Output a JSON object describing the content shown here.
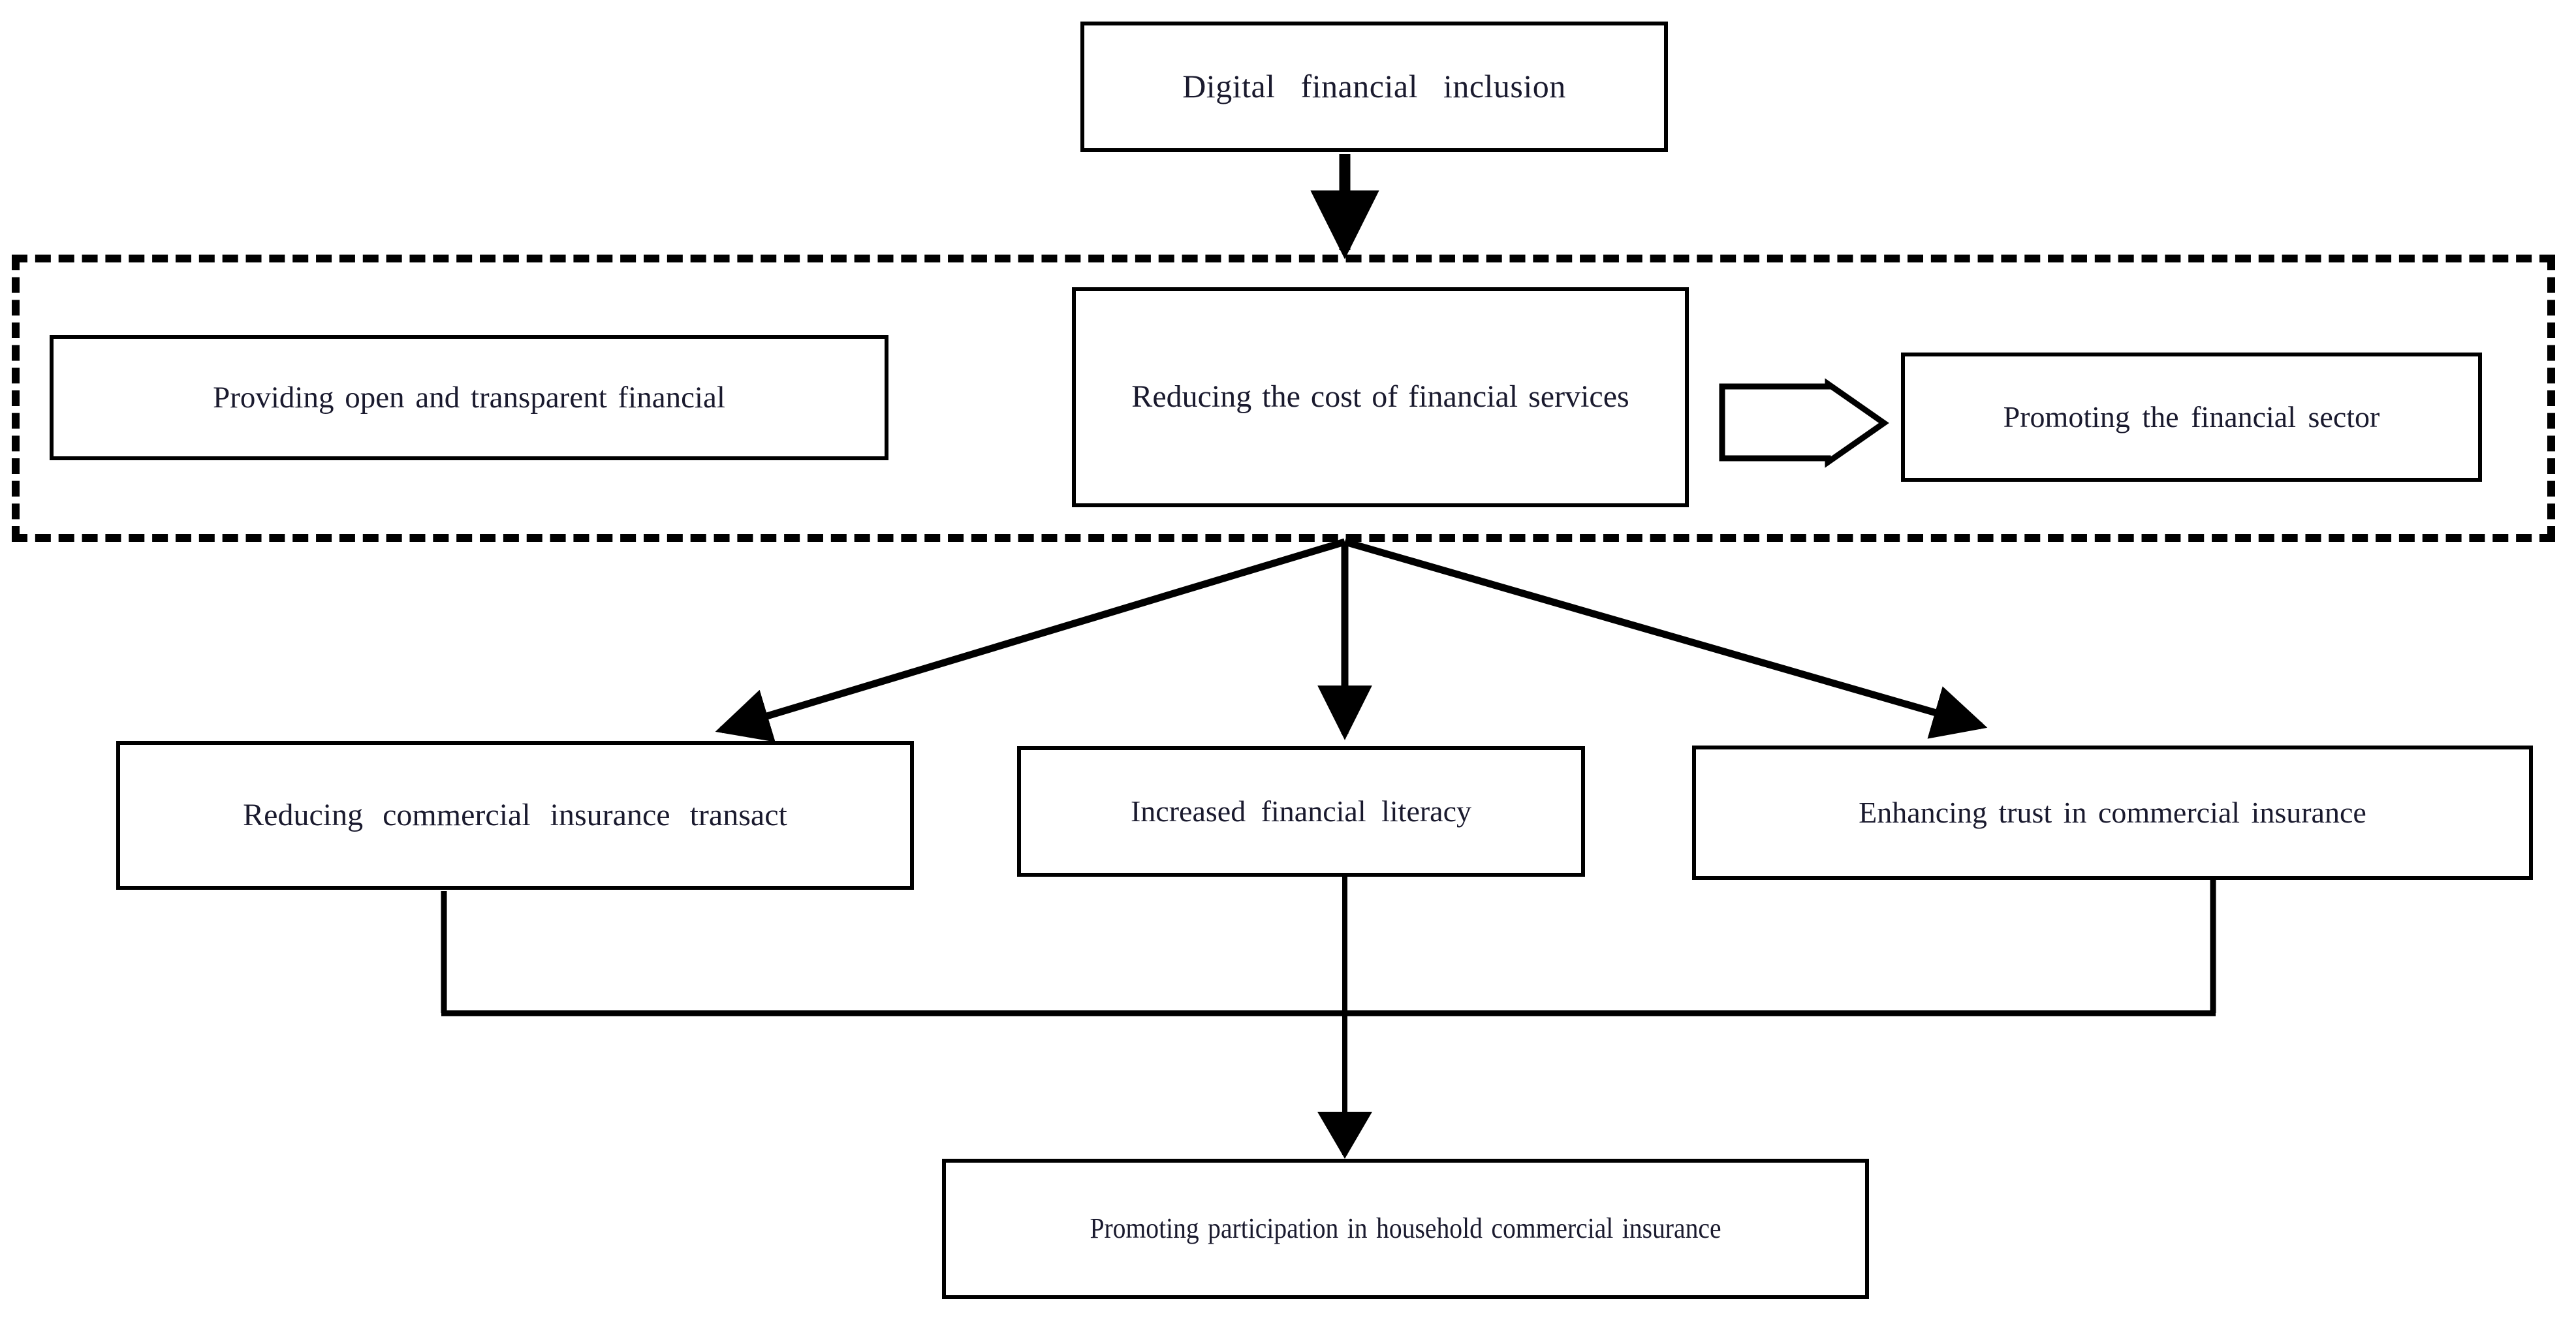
{
  "diagram": {
    "title": "Digital financial inclusion mechanism flow diagram",
    "background_color": "#ffffff",
    "line_color": "#000000",
    "text_color": "#1a1a2e",
    "nodes": {
      "top": {
        "label": "Digital   financial   inclusion"
      },
      "cost": {
        "label": "Reducing the cost of financial services"
      },
      "transparent": {
        "label": "Providing open and transparent financial"
      },
      "sector": {
        "label": "Promoting the financial sector"
      },
      "transact": {
        "label": "Reducing  commercial  insurance  transact"
      },
      "literacy": {
        "label": "Increased  financial  literacy"
      },
      "trust": {
        "label": "Enhancing trust in commercial insurance"
      },
      "household": {
        "label": "Promoting participation in household commercial insurance"
      }
    },
    "group": {
      "style": "dashed-rectangle",
      "contains": [
        "transparent",
        "cost",
        "sector"
      ]
    },
    "edges": [
      {
        "from": "top",
        "to": "cost",
        "style": "solid-filled-arrow",
        "direction": "down"
      },
      {
        "from": "cost",
        "to": "sector",
        "style": "hollow-block-arrow",
        "direction": "right"
      },
      {
        "from": "cost",
        "to": "transact",
        "style": "solid-filled-arrow",
        "direction": "down-left"
      },
      {
        "from": "cost",
        "to": "literacy",
        "style": "solid-filled-arrow",
        "direction": "down"
      },
      {
        "from": "cost",
        "to": "trust",
        "style": "solid-filled-arrow",
        "direction": "down-right"
      },
      {
        "from": "transact",
        "to": "household",
        "style": "elbow-line",
        "direction": "down"
      },
      {
        "from": "literacy",
        "to": "household",
        "style": "solid-filled-arrow",
        "direction": "down"
      },
      {
        "from": "trust",
        "to": "household",
        "style": "elbow-line",
        "direction": "down"
      }
    ]
  }
}
